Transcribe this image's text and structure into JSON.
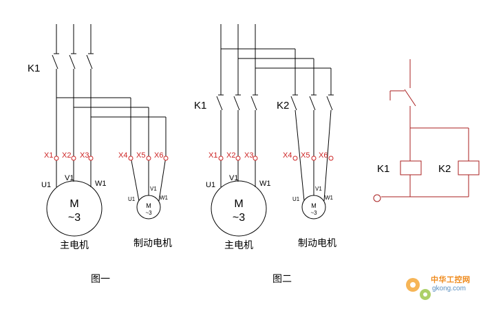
{
  "colors": {
    "wire": "#000000",
    "terminal": "#cc2222",
    "control": "#a81e1e",
    "watermark_orange": "#ef8a1b",
    "watermark_blue": "#5a8fc0"
  },
  "figure1": {
    "contactor": "K1",
    "terminals": [
      "X1",
      "X2",
      "X3",
      "X4",
      "X5",
      "X6"
    ],
    "main_motor": {
      "symbol": "M",
      "type": "~3",
      "u": "U1",
      "v": "V1",
      "w": "W1",
      "caption": "主电机"
    },
    "brake_motor": {
      "symbol": "M",
      "type": "~3",
      "u": "U1",
      "v": "V1",
      "w": "W1",
      "caption": "制动电机"
    },
    "caption": "图一"
  },
  "figure2": {
    "contactor1": "K1",
    "contactor2": "K2",
    "terminals": [
      "X1",
      "X2",
      "X3",
      "X4",
      "X5",
      "X6"
    ],
    "main_motor": {
      "symbol": "M",
      "type": "~3",
      "u": "U1",
      "v": "V1",
      "w": "W1",
      "caption": "主电机"
    },
    "brake_motor": {
      "symbol": "M",
      "type": "~3",
      "u": "U1",
      "v": "V1",
      "w": "W1",
      "caption": "制动电机"
    },
    "caption": "图二"
  },
  "control": {
    "coil1": "K1",
    "coil2": "K2"
  },
  "watermark": {
    "brand": "中华工控网",
    "url": "gkong.com",
    "icon": "gear-icon"
  }
}
